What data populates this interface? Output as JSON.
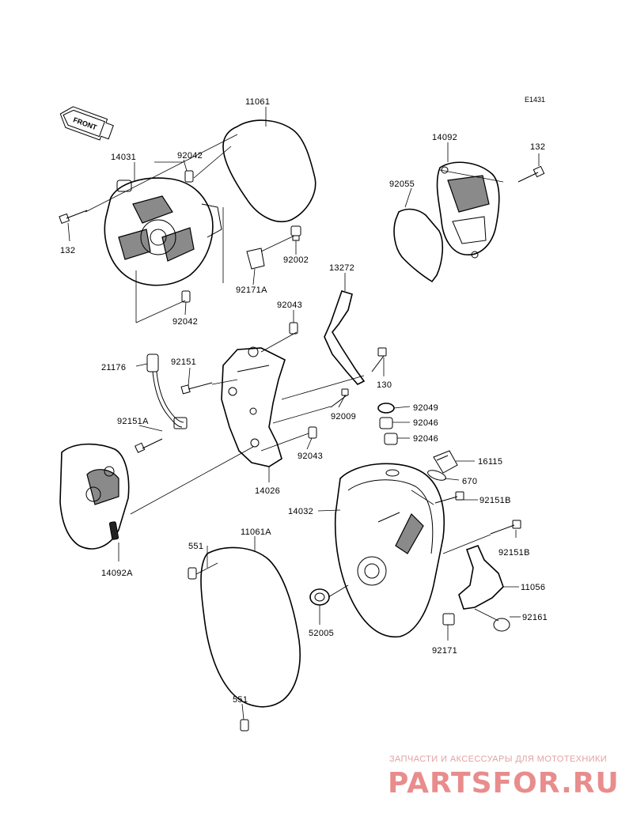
{
  "diagram_code": "E1431",
  "front_marker": "FRONT",
  "watermark": {
    "caption": "ЗАПЧАСТИ И АКСЕССУАРЫ ДЛЯ МОТОТЕХНИКИ",
    "brand": "PARTSFOR.RU"
  },
  "parts": {
    "p11061": "11061",
    "p14031": "14031",
    "p92042_top": "92042",
    "p132_left": "132",
    "p92002": "92002",
    "p92171A": "92171A",
    "p92042_bottom": "92042",
    "p14092": "14092",
    "p132_right": "132",
    "p92055": "92055",
    "p13272": "13272",
    "p92043_top": "92043",
    "p21176": "21176",
    "p92151": "92151",
    "p130": "130",
    "p92049": "92049",
    "p92046_a": "92046",
    "p92046_b": "92046",
    "p92151A": "92151A",
    "p92009": "92009",
    "p92043_bottom": "92043",
    "p16115": "16115",
    "p670": "670",
    "p14026": "14026",
    "p14032": "14032",
    "p92151B_a": "92151B",
    "p92151B_b": "92151B",
    "p551_top": "551",
    "p11061A": "11061A",
    "p11056": "11056",
    "p14092A": "14092A",
    "p92161": "92161",
    "p52005": "52005",
    "p92171": "92171",
    "p551_bottom": "551"
  }
}
